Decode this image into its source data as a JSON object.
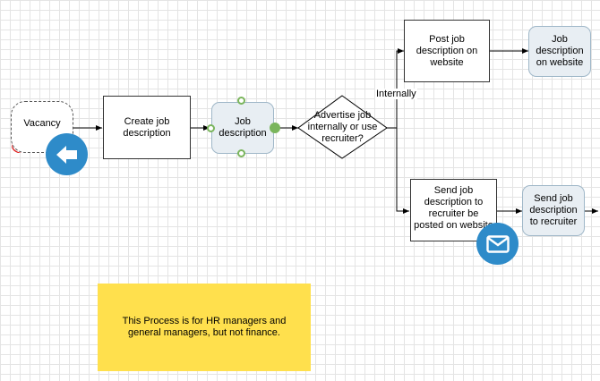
{
  "nodes": {
    "vacancy": "Vacancy",
    "create_job_description": "Create job description",
    "job_description_1": "Job description",
    "advertise_decision": "Advertise job internally or use recruiter?",
    "post_job_description": "Post job description on website",
    "job_description_website": "Job description on website",
    "send_to_recruiter_task": "Send job description to recruiter be posted on website",
    "send_to_recruiter_artifact": "Send job description to recruiter"
  },
  "edge_labels": {
    "internally": "Internally"
  },
  "note": "This Process is for HR managers and general managers, but not finance.",
  "colors": {
    "note_fill": "#ffe04d",
    "artifact_fill": "#e8eef3",
    "handle_green": "#7ab55c",
    "badge_blue": "#2e8bc9",
    "start_marker_red": "#e02020"
  },
  "icons": {
    "start_badge": "arrow-left-icon",
    "message_badge": "envelope-icon"
  }
}
